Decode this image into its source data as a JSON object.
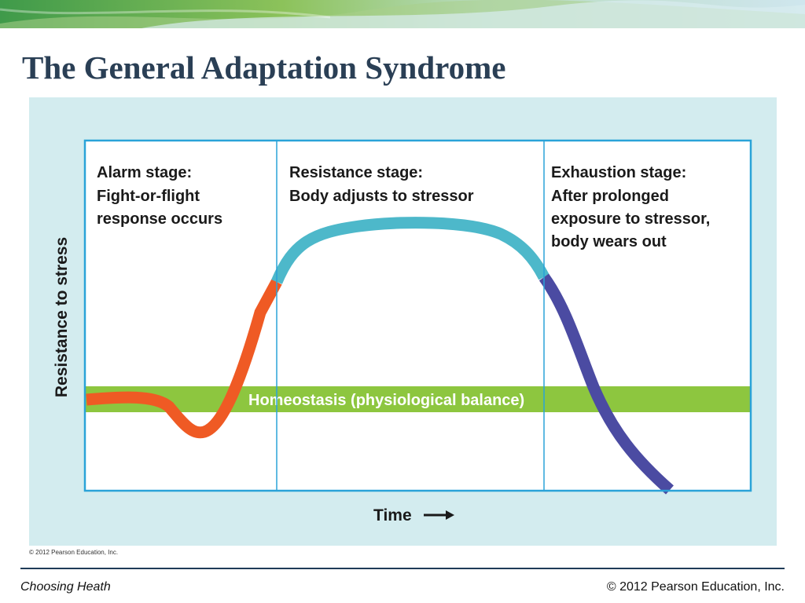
{
  "slide": {
    "title": "The General Adaptation Syndrome",
    "figure_credit": "© 2012 Pearson Education, Inc.",
    "footer_left": "Choosing Heath",
    "footer_right": "© 2012 Pearson Education, Inc."
  },
  "diagram": {
    "y_axis_label": "Resistance to stress",
    "x_axis_label": "Time",
    "homeostasis_label": "Homeostasis (physiological balance)",
    "stages": [
      {
        "lines": [
          "Alarm stage:",
          "Fight-or-flight",
          "response occurs"
        ],
        "curve_color": "#ef5a24"
      },
      {
        "lines": [
          "Resistance stage:",
          "Body adjusts to stressor"
        ],
        "curve_color": "#4db8ca"
      },
      {
        "lines": [
          "Exhaustion stage:",
          "After prolonged",
          "exposure to stressor,",
          "body wears out"
        ],
        "curve_color": "#4b4ba2"
      }
    ],
    "colors": {
      "panel_background": "#d3ecef",
      "frame": "#2aa3d8",
      "homeostasis_band": "#8dc63f",
      "title": "#2a3f55"
    }
  }
}
